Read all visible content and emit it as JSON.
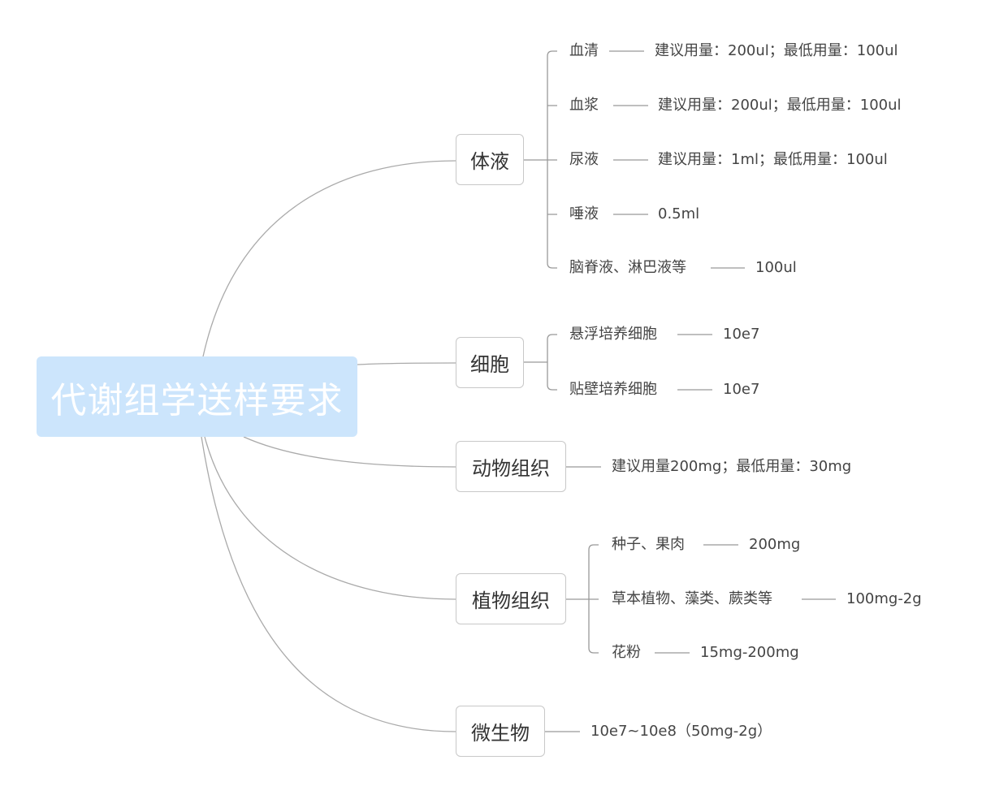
{
  "root": {
    "label": "代谢组学送样要求",
    "color": "#cce5fc"
  },
  "branches": {
    "body_fluid": {
      "label": "体液",
      "children": [
        {
          "label": "血清",
          "value": "建议用量：200ul；最低用量：100ul"
        },
        {
          "label": "血浆",
          "value": "建议用量：200ul；最低用量：100ul"
        },
        {
          "label": "尿液",
          "value": "建议用量：1ml；最低用量：100ul"
        },
        {
          "label": "唾液",
          "value": "0.5ml"
        },
        {
          "label": "脑脊液、淋巴液等",
          "value": "100ul"
        }
      ]
    },
    "cells": {
      "label": "细胞",
      "children": [
        {
          "label": "悬浮培养细胞",
          "value": "10e7"
        },
        {
          "label": "贴壁培养细胞",
          "value": "10e7"
        }
      ]
    },
    "animal_tissue": {
      "label": "动物组织",
      "value": "建议用量200mg；最低用量：30mg"
    },
    "plant_tissue": {
      "label": "植物组织",
      "children": [
        {
          "label": "种子、果肉",
          "value": "200mg"
        },
        {
          "label": "草本植物、藻类、蕨类等",
          "value": "100mg-2g"
        },
        {
          "label": "花粉",
          "value": "15mg-200mg"
        }
      ]
    },
    "microbe": {
      "label": "微生物",
      "value": "10e7~10e8（50mg-2g）"
    }
  }
}
